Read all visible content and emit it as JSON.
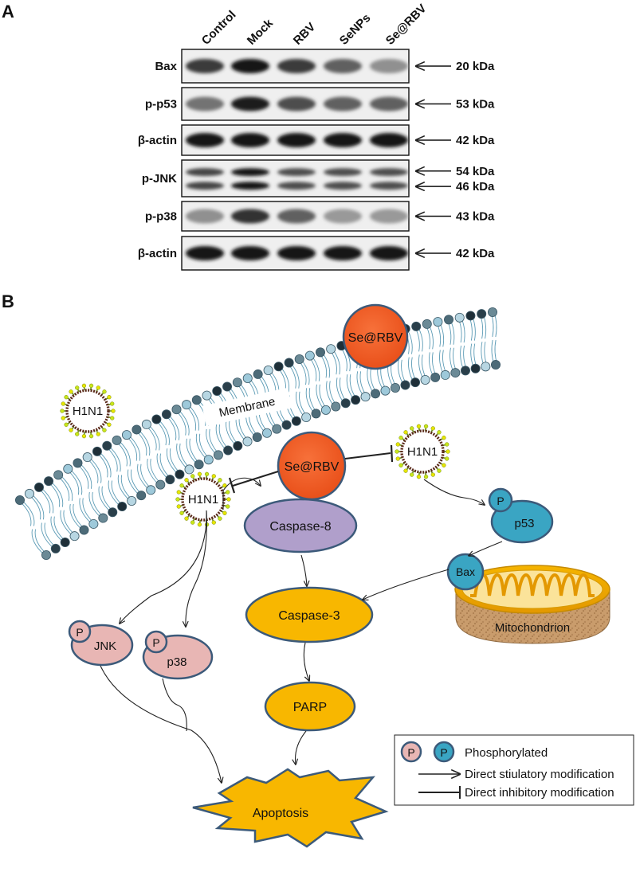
{
  "panel_a": {
    "label": "A",
    "lanes": [
      "Control",
      "Mock",
      "RBV",
      "SeNPs",
      "Se@RBV"
    ],
    "blots": [
      {
        "label": "Bax",
        "sizes": [
          "20 kDa"
        ],
        "intensity": [
          0.8,
          1.0,
          0.8,
          0.6,
          0.35
        ]
      },
      {
        "label": "p-p53",
        "sizes": [
          "53 kDa"
        ],
        "intensity": [
          0.5,
          0.95,
          0.7,
          0.6,
          0.6
        ]
      },
      {
        "label": "β-actin",
        "sizes": [
          "42 kDa"
        ],
        "intensity": [
          1.0,
          1.0,
          1.0,
          1.0,
          1.0
        ]
      },
      {
        "label": "p-JNK",
        "sizes": [
          "54 kDa",
          "46 kDa"
        ],
        "intensity": [
          0.75,
          1.0,
          0.7,
          0.7,
          0.7
        ]
      },
      {
        "label": "p-p38",
        "sizes": [
          "43 kDa"
        ],
        "intensity": [
          0.35,
          0.85,
          0.6,
          0.3,
          0.3
        ]
      },
      {
        "label": "β-actin",
        "sizes": [
          "42 kDa"
        ],
        "intensity": [
          1.0,
          1.0,
          1.0,
          1.0,
          1.0
        ]
      }
    ]
  },
  "panel_b": {
    "label": "B",
    "membrane": "Membrane",
    "se_rbv_top": "Se@RBV",
    "se_rbv_center": "Se@RBV",
    "h1n1_left": "H1N1",
    "h1n1_mid": "H1N1",
    "h1n1_right": "H1N1",
    "p_symbol": "P",
    "p53": "p53",
    "bax": "Bax",
    "caspase8": "Caspase-8",
    "caspase3": "Caspase-3",
    "parp": "PARP",
    "jnk": "JNK",
    "p38": "p38",
    "mitochondrion": "Mitochondrion",
    "apoptosis": "Apoptosis",
    "legend": {
      "phosphorylated": "Phosphorylated",
      "stimulatory": "Direct stiulatory modification",
      "inhibitory": "Direct inhibitory modification"
    },
    "colors": {
      "se_rbv": "#F15A22",
      "caspase8": "#B09FCB",
      "caspase": "#F8B700",
      "pink": "#E8B6B4",
      "teal": "#3AA5C3",
      "outline": "#3C5A7A",
      "membrane_bead": "#9EC9DA",
      "membrane_tail": "#5C9BB5"
    }
  }
}
